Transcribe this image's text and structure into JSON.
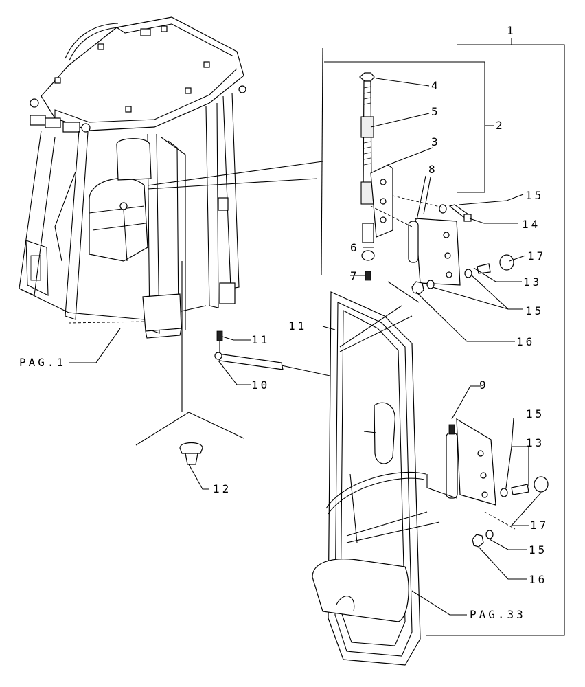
{
  "callouts": {
    "c1": "1",
    "c2": "2",
    "c3": "3",
    "c4": "4",
    "c5": "5",
    "c6": "6",
    "c7": "7",
    "c8": "8",
    "c9": "9",
    "c10": "10",
    "c11a": "11",
    "c11b": "11",
    "c12": "12",
    "c13a": "13",
    "c13b": "13",
    "c14": "14",
    "c15a": "15",
    "c15b": "15",
    "c15c": "15",
    "c15d": "15",
    "c16a": "16",
    "c16b": "16",
    "c17a": "17",
    "c17b": "17",
    "pag1": "PAG.1",
    "pag33": "PAG.33"
  }
}
